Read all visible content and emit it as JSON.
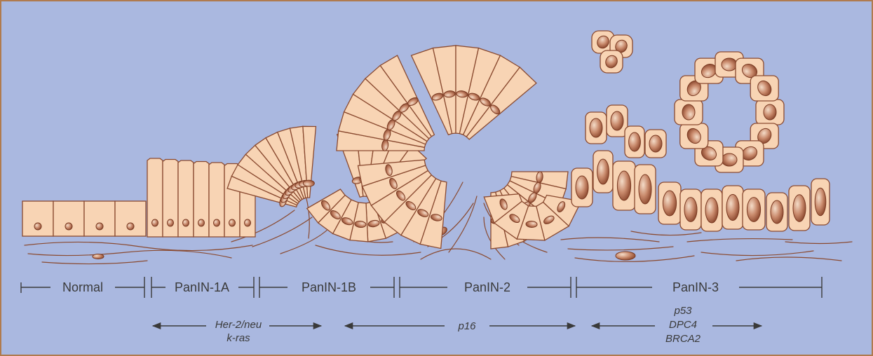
{
  "stages": [
    {
      "id": "normal",
      "label": "Normal"
    },
    {
      "id": "panin-1a",
      "label": "PanIN-1A"
    },
    {
      "id": "panin-1b",
      "label": "PanIN-1B"
    },
    {
      "id": "panin-2",
      "label": "PanIN-2"
    },
    {
      "id": "panin-3",
      "label": "PanIN-3"
    }
  ],
  "genes": [
    {
      "id": "her2-kras",
      "lines": [
        "Her-2/neu",
        "k-ras"
      ]
    },
    {
      "id": "p16",
      "lines": [
        "p16"
      ]
    },
    {
      "id": "p53-dpc4-brca2",
      "lines": [
        "p53",
        "DPC4",
        "BRCA2"
      ]
    }
  ],
  "colors": {
    "background": "#aab8e0",
    "border": "#b07a4e",
    "cell_fill": "#f8d4b4",
    "cell_stroke": "#8a4a30",
    "nucleus": "#b4705a",
    "text": "#3a3a3a"
  }
}
